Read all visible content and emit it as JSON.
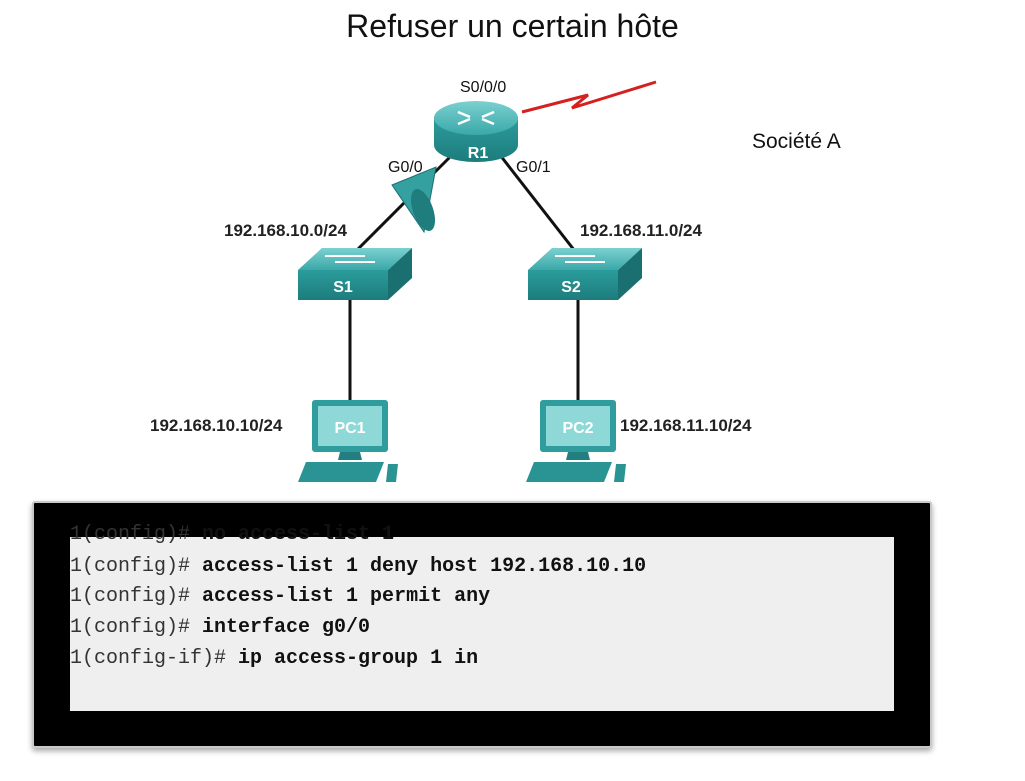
{
  "title": "Refuser un certain hôte",
  "company": "Société A",
  "devices": {
    "router": "R1",
    "switch1": "S1",
    "switch2": "S2",
    "pc1": "PC1",
    "pc2": "PC2"
  },
  "interfaces": {
    "serial": "S0/0/0",
    "g00": "G0/0",
    "g01": "G0/1"
  },
  "networks": {
    "left": "192.168.10.0/24",
    "right": "192.168.11.0/24"
  },
  "hosts": {
    "pc1_ip": "192.168.10.10/24",
    "pc2_ip": "192.168.11.10/24"
  },
  "cli": [
    {
      "prompt": "1(config)# ",
      "command": "no access-list 1"
    },
    {
      "prompt": "1(config)# ",
      "command": "access-list 1 deny host 192.168.10.10"
    },
    {
      "prompt": "1(config)# ",
      "command": "access-list 1 permit any"
    },
    {
      "prompt": "1(config)# ",
      "command": "interface g0/0"
    },
    {
      "prompt": "1(config-if)# ",
      "command": "ip access-group 1 in"
    }
  ],
  "colors": {
    "device": "#2a9a9a",
    "serial_link": "#d62020",
    "acl_marker": "#3aa6a6"
  }
}
